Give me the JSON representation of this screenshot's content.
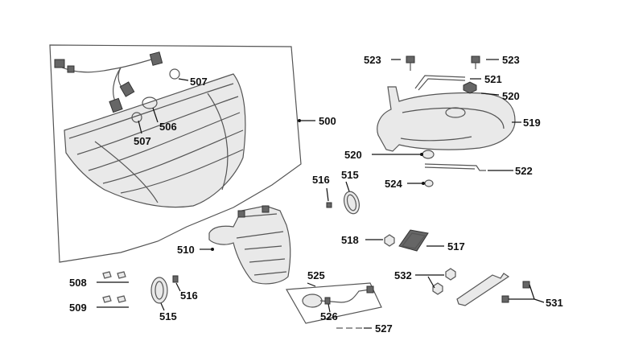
{
  "labels": {
    "l500": "500",
    "l507a": "507",
    "l506": "506",
    "l507b": "507",
    "l523a": "523",
    "l523b": "523",
    "l521": "521",
    "l520a": "520",
    "l519": "519",
    "l520b": "520",
    "l522": "522",
    "l524": "524",
    "l516a": "516",
    "l515a": "515",
    "l510": "510",
    "l518": "518",
    "l517": "517",
    "l525": "525",
    "l532": "532",
    "l531": "531",
    "l508": "508",
    "l509": "509",
    "l516b": "516",
    "l515b": "515",
    "l526": "526",
    "l527": "527"
  }
}
